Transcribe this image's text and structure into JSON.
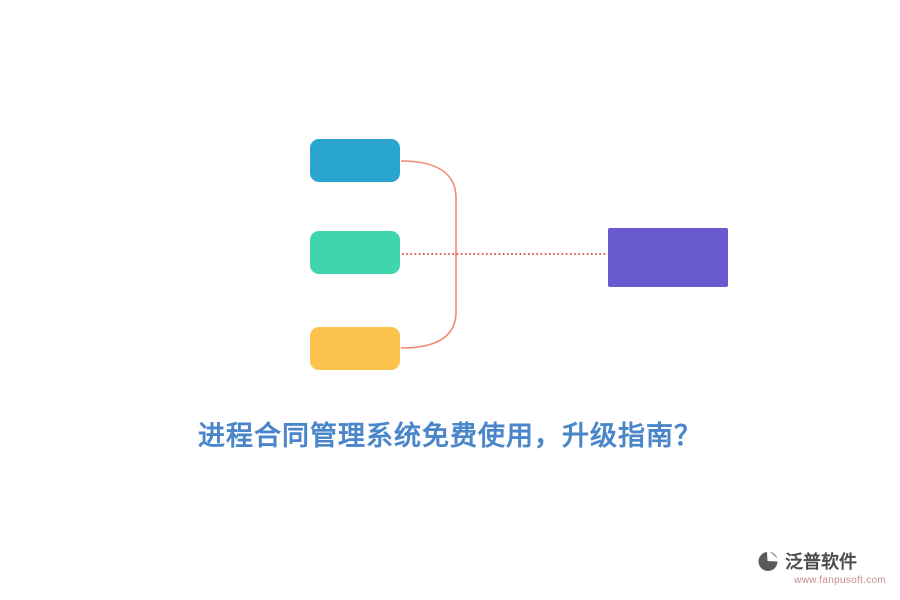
{
  "title": {
    "text": "进程合同管理系统免费使用，升级指南？",
    "color": "#4a86c9"
  },
  "diagram": {
    "boxes": [
      {
        "id": "top",
        "color": "#29a5cf"
      },
      {
        "id": "middle",
        "color": "#40d5ae"
      },
      {
        "id": "bottom",
        "color": "#fcc44d"
      }
    ],
    "target_box": {
      "color": "#6a5ad0"
    },
    "bracket_color": "#f08a73",
    "dotted_color": "#e2584b"
  },
  "footer": {
    "brand": "泛普软件",
    "url": "www.fanpusoft.com",
    "brand_color": "#4d4d4d",
    "url_color": "#c98d8d",
    "logo_color": "#5a5a5a",
    "logo_accent": "#8d8d8d"
  }
}
